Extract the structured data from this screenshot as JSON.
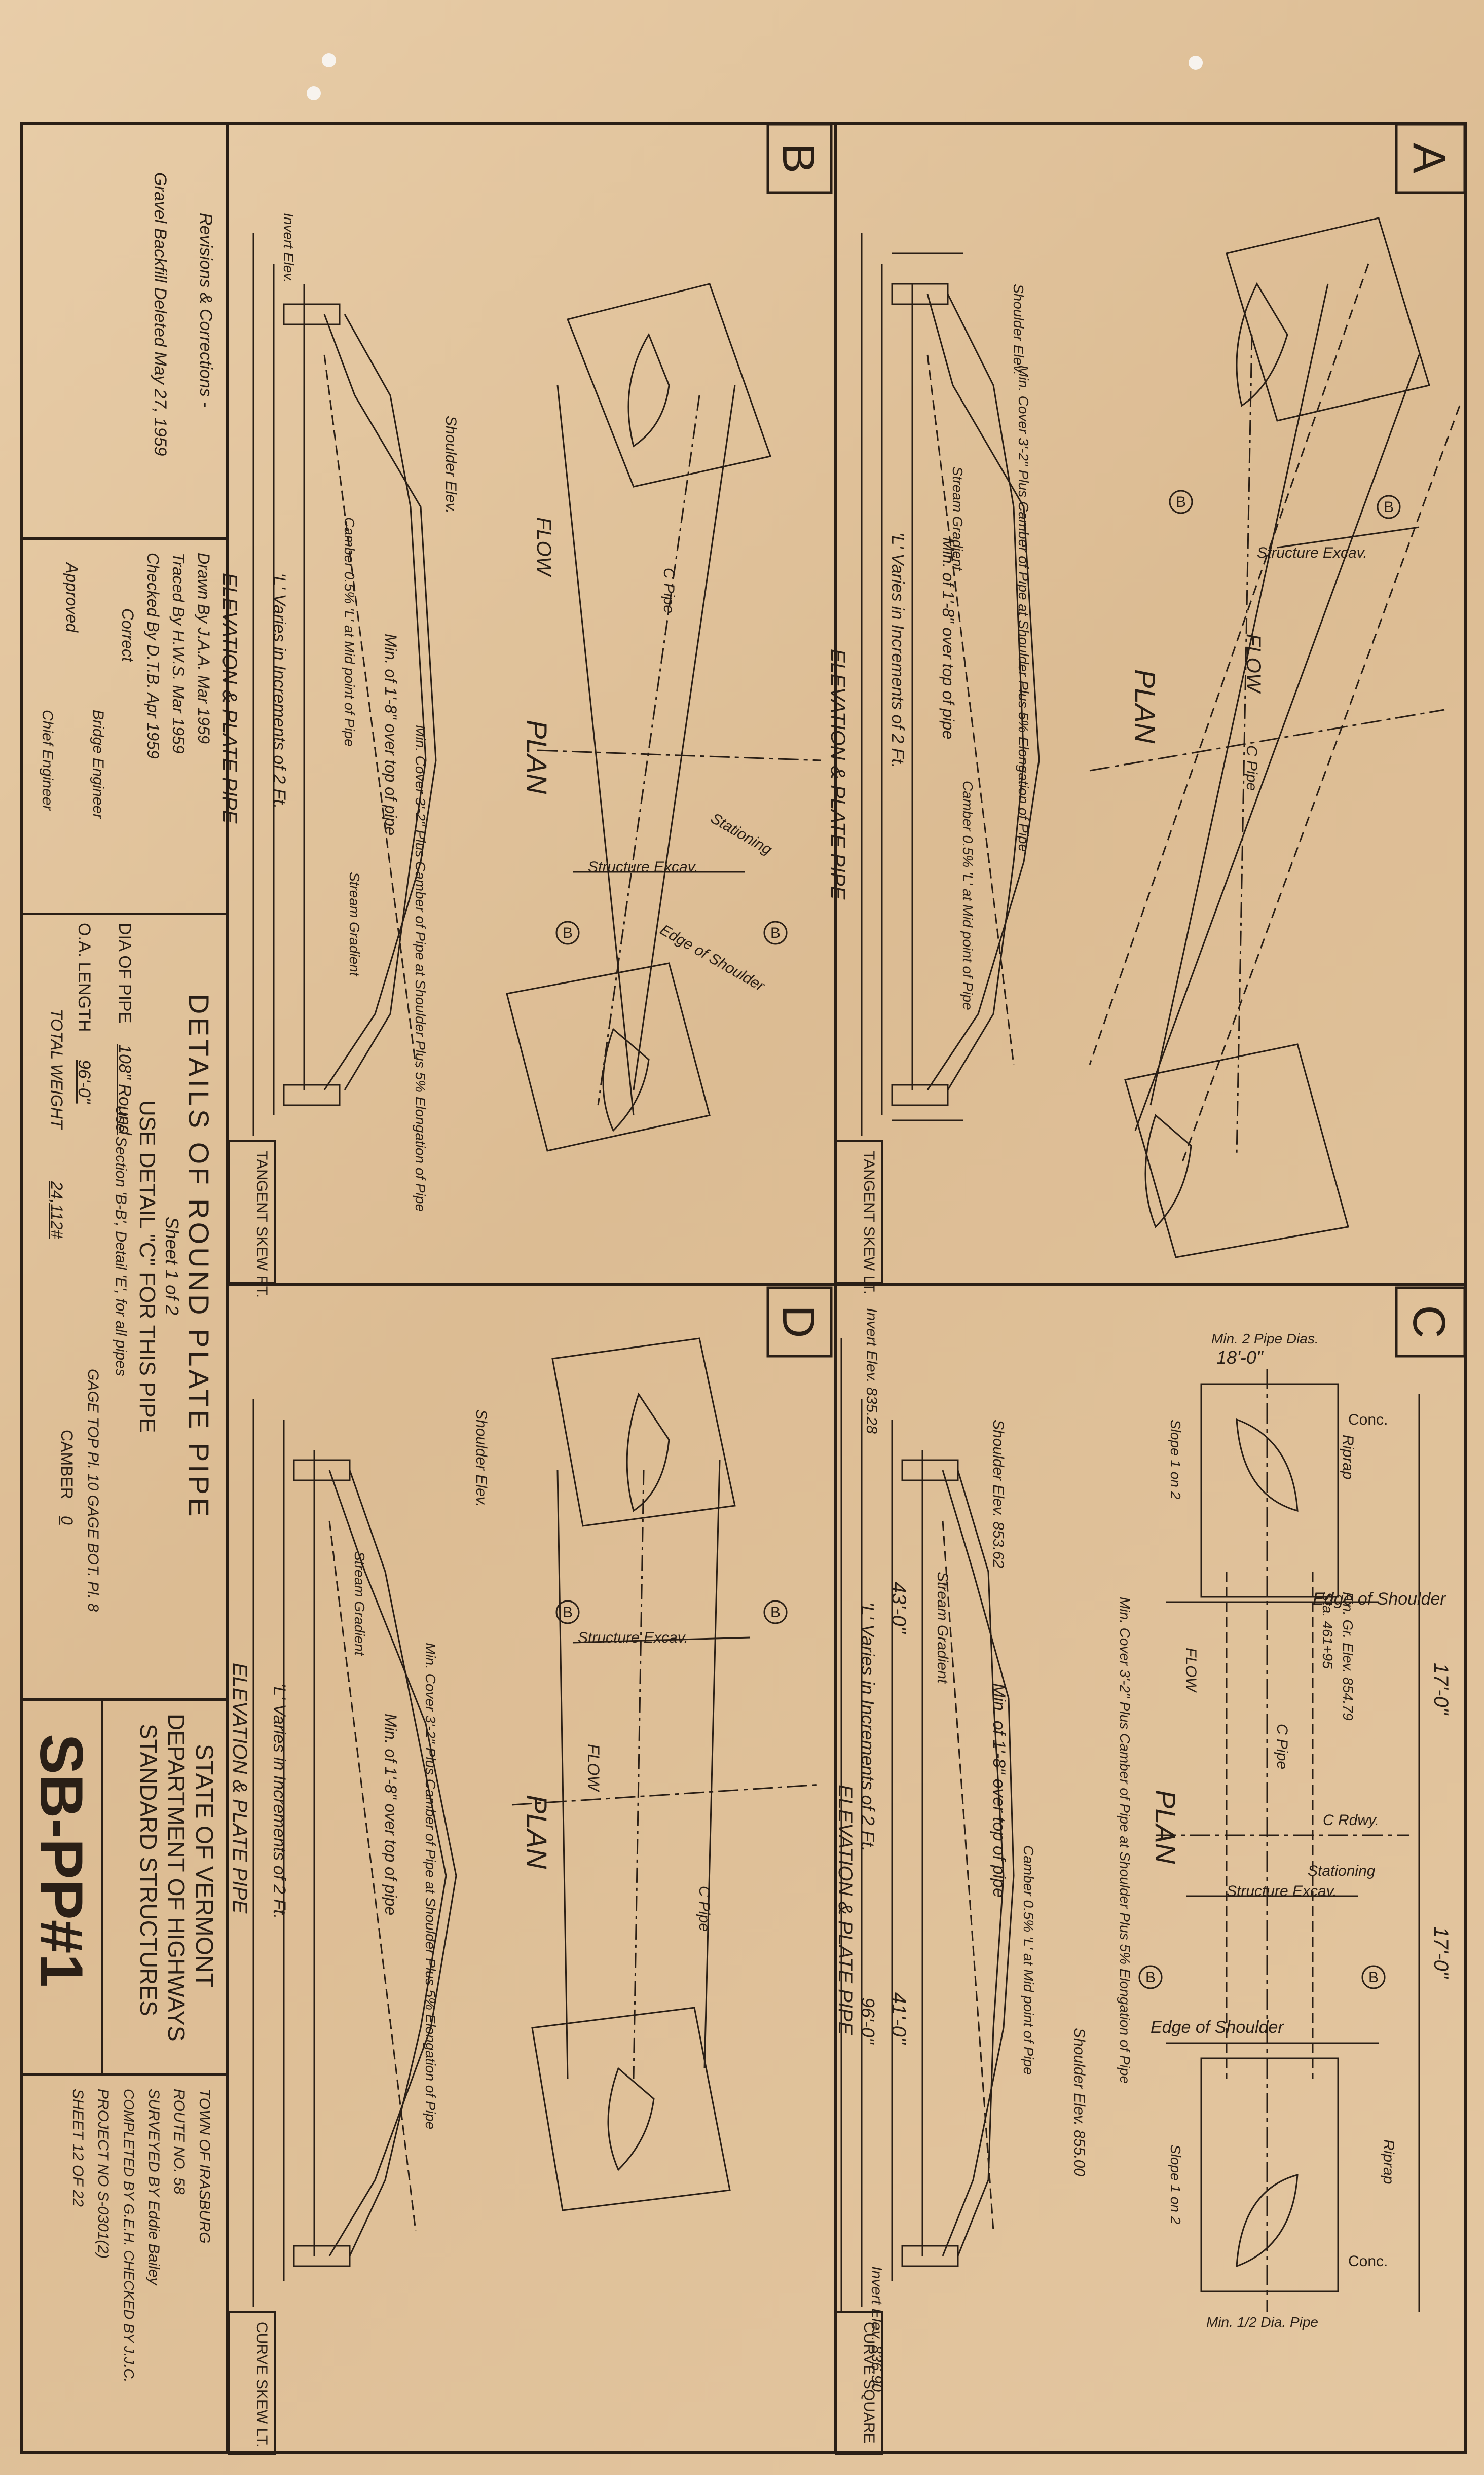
{
  "title_block": {
    "state": "STATE OF VERMONT",
    "department": "DEPARTMENT OF HIGHWAYS",
    "division": "STANDARD STRUCTURES",
    "drawing_no": "SB-PP#1",
    "title": "DETAILS OF ROUND PLATE PIPE",
    "sheet": "Sheet 1 of 2",
    "use_detail": "USE DETAIL \"C\" FOR THIS PIPE",
    "use_section": "Use Section 'B-B', Detail 'E', for all pipes",
    "dia_label": "DIA OF PIPE",
    "dia_value": "108\" Round",
    "gage": "GAGE TOP Pl. 10  GAGE BOT. Pl. 8",
    "oa_length_label": "O.A. LENGTH",
    "oa_length_value": "96'-0\"",
    "camber_label": "CAMBER",
    "camber_value": "0",
    "total_weight_label": "TOTAL WEIGHT",
    "total_weight_value": "24,112#"
  },
  "revisions": {
    "heading": "Revisions & Corrections -",
    "note": "Gravel Backfill Deleted May 27, 1959"
  },
  "signatures": {
    "drawn_by": "Drawn By   J.A.A. Mar 1959",
    "traced_by": "Traced By   H.W.S. Mar 1959",
    "checked_by": "Checked By   D.T.B. Apr 1959",
    "correct": "Correct",
    "bridge_engineer": "Bridge Engineer",
    "approved": "Approved",
    "chief_engineer": "Chief Engineer"
  },
  "project_block": {
    "town": "TOWN OF  IRASBURG",
    "route": "ROUTE NO. 58",
    "surveyed_by": "SURVEYED BY  Eddie Bailey",
    "completed_by": "COMPLETED BY G.E.H. CHECKED BY  J.J.C.",
    "project_no": "PROJECT NO  S-0301(2)",
    "sheet_no": "SHEET 12 OF 22"
  },
  "panels": {
    "A": {
      "letter": "A",
      "plan": "PLAN",
      "elevation": "ELEVATION & PLATE PIPE",
      "type": "TANGENT SKEW LT."
    },
    "B": {
      "letter": "B",
      "plan": "PLAN",
      "elevation": "ELEVATION & PLATE PIPE",
      "type": "TANGENT SKEW RT."
    },
    "C": {
      "letter": "C",
      "plan": "PLAN",
      "elevation": "ELEVATION & PLATE PIPE",
      "type": "CURVE SQUARE"
    },
    "D": {
      "letter": "D",
      "plan": "PLAN",
      "elevation": "ELEVATION & PLATE PIPE",
      "type": "CURVE SKEW LT."
    }
  },
  "labels": {
    "edge_of_shoulder": "Edge of Shoulder",
    "structure_excav": "Structure Excav.",
    "flow": "FLOW",
    "c_pipe": "C Pipe",
    "stationing": "Stationing",
    "c_roadway": "C Rdwy.",
    "stream_gradient": "Stream Gradient",
    "shoulder_elev": "Shoulder Elev.",
    "invert_elev": "Invert Elev.",
    "min_cover": "Min. Cover 3'-2\" Plus Camber of Pipe at Shoulder Plus 5% Elongation of Pipe",
    "min_over_top": "Min. of 1'-8\" over top of pipe",
    "camber_note": "Camber 0.5% 'L' at Mid point of Pipe",
    "l_varies": "'L' Varies in Increments of 2 Ft.",
    "riprap": "Riprap",
    "conc": "Conc.",
    "slope": "Slope 1 on 2",
    "min_dia_pipe": "Min. 1/2 Dia. Pipe",
    "min_2_pipe_dias": "Min. 2 Pipe Dias.",
    "dim_18": "18'-0\"",
    "dim_17": "17'-0\"",
    "dim_43": "43'-0\"",
    "dim_41": "41'-0\"",
    "dim_96": "96'-0\"",
    "sta": "Sta. 461+95",
    "fin_gr_elev": "Fin. Gr. Elev. 854.79",
    "shoulder_elev_1": "Shoulder Elev. 853.62",
    "shoulder_elev_2": "Shoulder Elev. 855.00",
    "invert_elev_1": "Invert Elev. 835.28",
    "invert_elev_2": "Invert Elev. 836.90",
    "b_marker": "B"
  }
}
